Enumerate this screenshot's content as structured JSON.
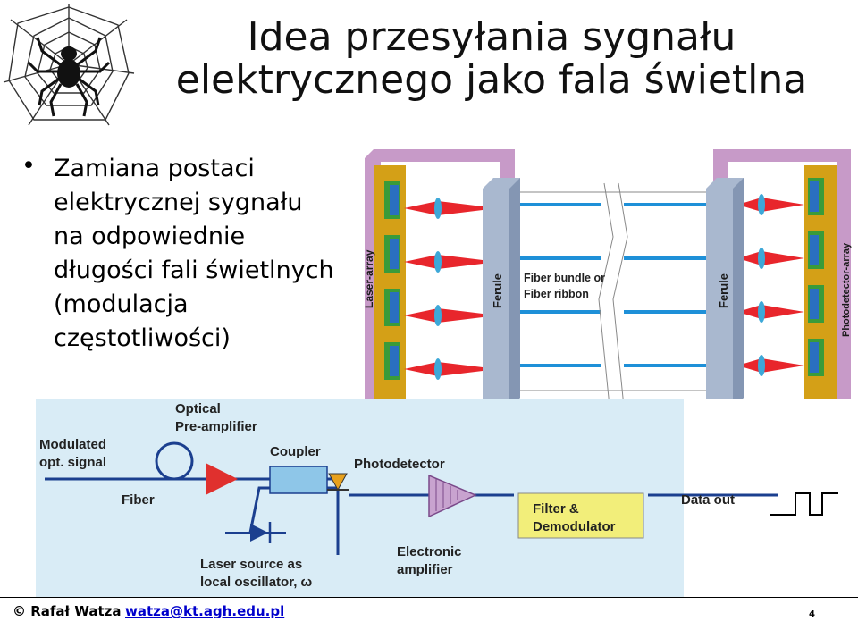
{
  "logo": {
    "icon": "spider-web-icon"
  },
  "title": {
    "line1": "Idea przesyłania sygnału",
    "line2": "elektrycznego jako fala świetlna"
  },
  "bullet": {
    "marker": "•",
    "lines": [
      "Zamiana postaci",
      "elektrycznej sygnału",
      "na odpowiednie",
      "długości fali świetlnych",
      "(modulacja",
      "częstotliwości)"
    ]
  },
  "fig_top": {
    "laser_array": "Laser-array",
    "ferule_left": "Ferule",
    "fiber_bundle_1": "Fiber bundle or",
    "fiber_bundle_2": "Fiber ribbon",
    "ferule_right": "Ferule",
    "photodetector_array": "Photodetector-array",
    "colors": {
      "frame": "#c79ac8",
      "ferule": "#a9b8cf",
      "beam": "#e8262c",
      "lens": "#3da8d8",
      "fiber": "#1e90d8",
      "mount": "#d4a017"
    }
  },
  "fig_bottom": {
    "modulated_1": "Modulated",
    "modulated_2": "opt. signal",
    "fiber": "Fiber",
    "preamp_1": "Optical",
    "preamp_2": "Pre-amplifier",
    "coupler": "Coupler",
    "photodetector": "Photodetector",
    "laser_1": "Laser source as",
    "laser_2": "local oscillator, ω",
    "amp_1": "Electronic",
    "amp_2": "amplifier",
    "filter_1": "Filter &",
    "filter_2": "Demodulator",
    "data_out": "Data out",
    "colors": {
      "background": "#d9ecf6",
      "filter": "#f2ee7a",
      "line": "#1b3f8f",
      "amp": "#c8a3cf",
      "preamp": "#e0302e"
    }
  },
  "footer": {
    "author": "© Rafał Watza",
    "email": "watza@kt.agh.edu.pl",
    "page": "4"
  }
}
